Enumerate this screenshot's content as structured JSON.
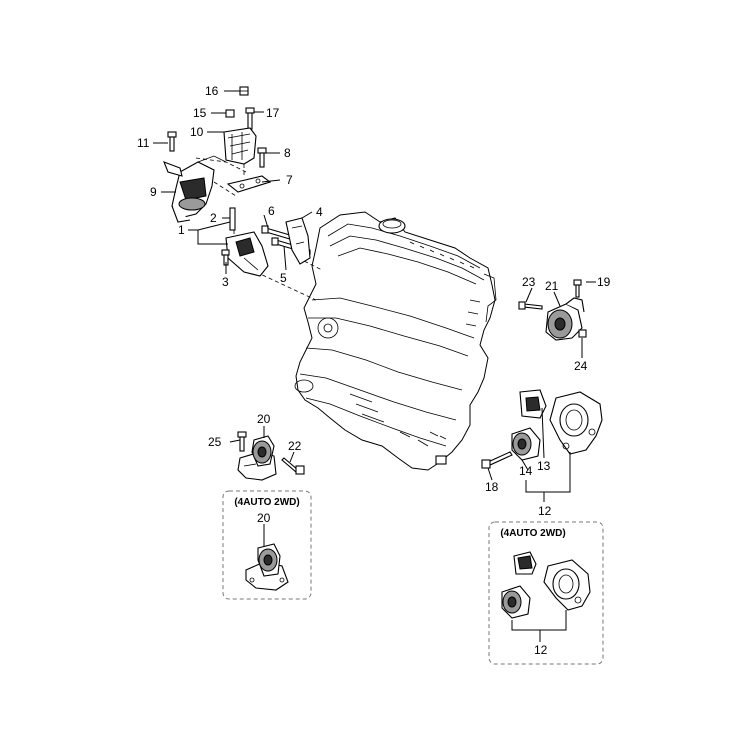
{
  "labels": {
    "l1": "1",
    "l2": "2",
    "l3": "3",
    "l4": "4",
    "l5": "5",
    "l6": "6",
    "l7": "7",
    "l8": "8",
    "l9": "9",
    "l10": "10",
    "l11": "11",
    "l12a": "12",
    "l12b": "12",
    "l13": "13",
    "l14": "14",
    "l15": "15",
    "l16": "16",
    "l17": "17",
    "l18": "18",
    "l19": "19",
    "l20a": "20",
    "l20b": "20",
    "l21": "21",
    "l22": "22",
    "l23": "23",
    "l24": "24",
    "l25": "25"
  },
  "boxes": {
    "left_title": "(4AUTO 2WD)",
    "right_title": "(4AUTO 2WD)"
  }
}
